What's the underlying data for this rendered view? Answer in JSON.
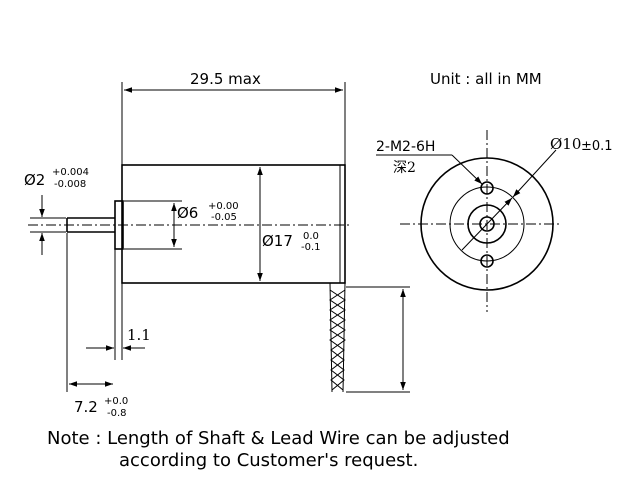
{
  "unit_label": "Unit : all in MM",
  "dimensions": {
    "overall_length": "29.5 max",
    "shaft_diameter_main": "Ø2",
    "shaft_diameter_tol_upper": "+0.004",
    "shaft_diameter_tol_lower": "-0.008",
    "boss_diameter_main": "Ø6",
    "boss_diameter_tol_upper": "+0.00",
    "boss_diameter_tol_lower": "-0.05",
    "body_diameter_main": "Ø17",
    "body_diameter_tol_upper": "0.0",
    "body_diameter_tol_lower": "-0.1",
    "boss_length": "1.1",
    "shaft_length_main": "7.2",
    "shaft_length_tol_upper": "+0.0",
    "shaft_length_tol_lower": "-0.8",
    "screw_holes": "2-M2-6H",
    "screw_holes_sub": "深2",
    "hole_pitch_main": "Ø10",
    "hole_pitch_tol": "±0.1"
  },
  "note": {
    "line1": "Note : Length of Shaft & Lead Wire can be adjusted",
    "line2": "according to Customer's request."
  }
}
